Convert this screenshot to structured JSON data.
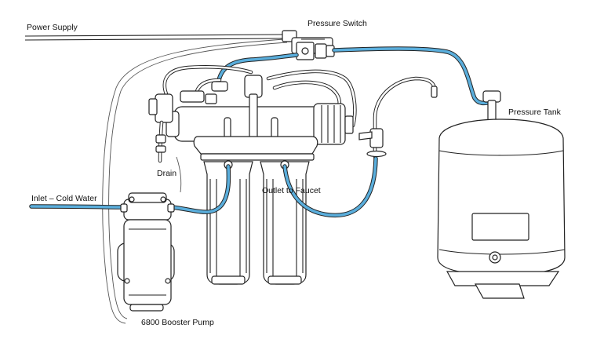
{
  "labels": {
    "power_supply": "Power Supply",
    "pressure_switch": "Pressure Switch",
    "pressure_tank": "Pressure Tank",
    "drain": "Drain",
    "outlet_to_faucet": "Outlet to Faucet",
    "inlet_cold_water": "Inlet – Cold Water",
    "booster_pump": "6800 Booster Pump"
  },
  "colors": {
    "water_line": "#5aaedc",
    "outline": "#222222",
    "fill": "#ffffff"
  }
}
